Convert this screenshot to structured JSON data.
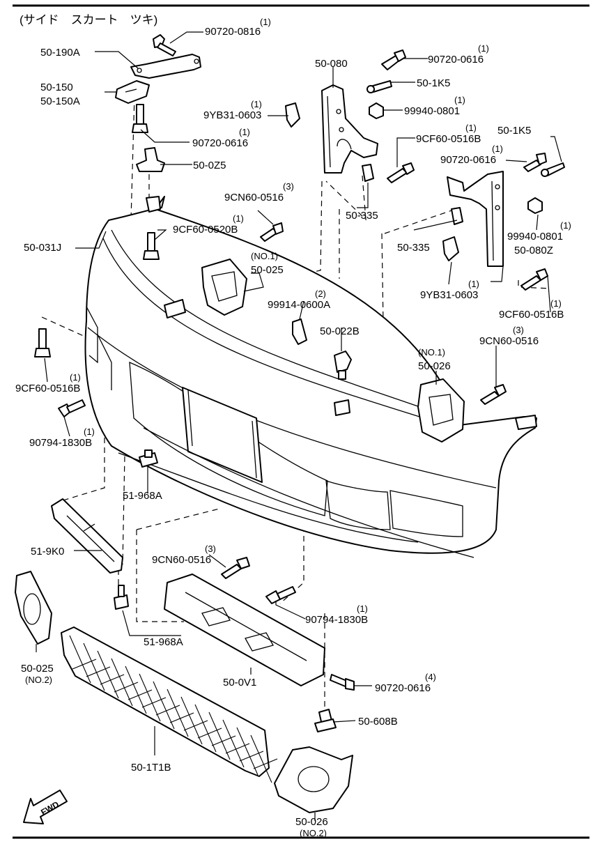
{
  "title": "(サイド　スカート　ツキ)",
  "fwd_label": "FWD",
  "callouts": [
    {
      "key": "c01",
      "code": "90720-0816",
      "qty": "(1)"
    },
    {
      "key": "c02",
      "code": "50-190A",
      "qty": ""
    },
    {
      "key": "c03",
      "code": "50-150",
      "qty": ""
    },
    {
      "key": "c04",
      "code": "50-150A",
      "qty": ""
    },
    {
      "key": "c05",
      "code": "90720-0616",
      "qty": "(1)"
    },
    {
      "key": "c06",
      "code": "50-0Z5",
      "qty": ""
    },
    {
      "key": "c07",
      "code": "50-080",
      "qty": ""
    },
    {
      "key": "c08",
      "code": "90720-0616",
      "qty": "(1)"
    },
    {
      "key": "c09",
      "code": "50-1K5",
      "qty": ""
    },
    {
      "key": "c10",
      "code": "99940-0801",
      "qty": "(1)"
    },
    {
      "key": "c11",
      "code": "9YB31-0603",
      "qty": "(1)"
    },
    {
      "key": "c12",
      "code": "9CF60-0516B",
      "qty": "(1)"
    },
    {
      "key": "c13",
      "code": "50-1K5",
      "qty": ""
    },
    {
      "key": "c14",
      "code": "90720-0616",
      "qty": "(1)"
    },
    {
      "key": "c15",
      "code": "9CN60-0516",
      "qty": "(3)"
    },
    {
      "key": "c16",
      "code": "50-335",
      "qty": ""
    },
    {
      "key": "c17",
      "code": "9CF60-0520B",
      "qty": "(1)"
    },
    {
      "key": "c18",
      "code": "50-031J",
      "qty": ""
    },
    {
      "key": "c19",
      "code": "50-025",
      "qty": "(NO.1)"
    },
    {
      "key": "c20",
      "code": "50-335",
      "qty": ""
    },
    {
      "key": "c21",
      "code": "99940-0801",
      "qty": "(1)"
    },
    {
      "key": "c22",
      "code": "50-080Z",
      "qty": ""
    },
    {
      "key": "c23",
      "code": "9YB31-0603",
      "qty": "(1)"
    },
    {
      "key": "c24",
      "code": "99914-0600A",
      "qty": "(2)"
    },
    {
      "key": "c25",
      "code": "9CF60-0516B",
      "qty": "(1)"
    },
    {
      "key": "c26",
      "code": "50-022B",
      "qty": ""
    },
    {
      "key": "c27",
      "code": "9CN60-0516",
      "qty": "(3)"
    },
    {
      "key": "c28",
      "code": "50-026",
      "qty": "(NO.1)"
    },
    {
      "key": "c29",
      "code": "9CF60-0516B",
      "qty": "(1)"
    },
    {
      "key": "c30",
      "code": "90794-1830B",
      "qty": "(1)"
    },
    {
      "key": "c31",
      "code": "51-968A",
      "qty": ""
    },
    {
      "key": "c32",
      "code": "51-9K0",
      "qty": ""
    },
    {
      "key": "c33",
      "code": "9CN60-0516",
      "qty": "(3)"
    },
    {
      "key": "c34",
      "code": "90794-1830B",
      "qty": "(1)"
    },
    {
      "key": "c35",
      "code": "51-968A",
      "qty": ""
    },
    {
      "key": "c36",
      "code": "50-025",
      "qty": "(NO.2)"
    },
    {
      "key": "c37",
      "code": "50-0V1",
      "qty": ""
    },
    {
      "key": "c38",
      "code": "90720-0616",
      "qty": "(4)"
    },
    {
      "key": "c39",
      "code": "50-608B",
      "qty": ""
    },
    {
      "key": "c40",
      "code": "50-1T1B",
      "qty": ""
    },
    {
      "key": "c41",
      "code": "50-026",
      "qty": "(NO.2)"
    }
  ],
  "colors": {
    "ink": "#000000",
    "paper": "#ffffff"
  }
}
